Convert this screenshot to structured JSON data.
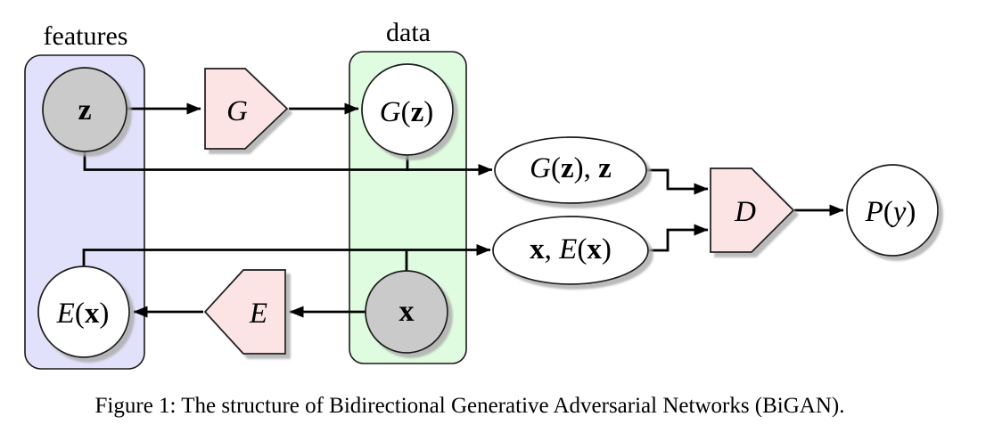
{
  "figure": {
    "caption": "Figure 1: The structure of Bidirectional Generative Adversarial Networks (BiGAN)."
  },
  "groups": {
    "features": {
      "label": "features"
    },
    "data": {
      "label": "data"
    }
  },
  "nodes": {
    "z": {
      "label": "z"
    },
    "x": {
      "label": "x"
    },
    "generator": {
      "label": "G"
    },
    "encoder": {
      "label": "E"
    },
    "discriminator": {
      "label": "D"
    },
    "g_of_z": {
      "parts": [
        "G",
        "(",
        "z",
        ")"
      ]
    },
    "e_of_x": {
      "parts": [
        "E",
        "(",
        "x",
        ")"
      ]
    },
    "pair_gz_z": {
      "parts": [
        "G",
        "(",
        "z",
        "), ",
        "z"
      ]
    },
    "pair_x_ex": {
      "parts": [
        "x",
        ", ",
        "E",
        "(",
        "x",
        ")"
      ]
    },
    "p_of_y": {
      "parts": [
        "P",
        "(",
        "y",
        ")"
      ]
    }
  },
  "colors": {
    "features_box_fill": "#e1e1fb",
    "data_box_fill": "#e0fce0",
    "network_fill": "#fce4e4",
    "given_node_fill": "#cacaca",
    "computed_node_fill": "#ffffff",
    "edge_stroke": "#000000"
  }
}
